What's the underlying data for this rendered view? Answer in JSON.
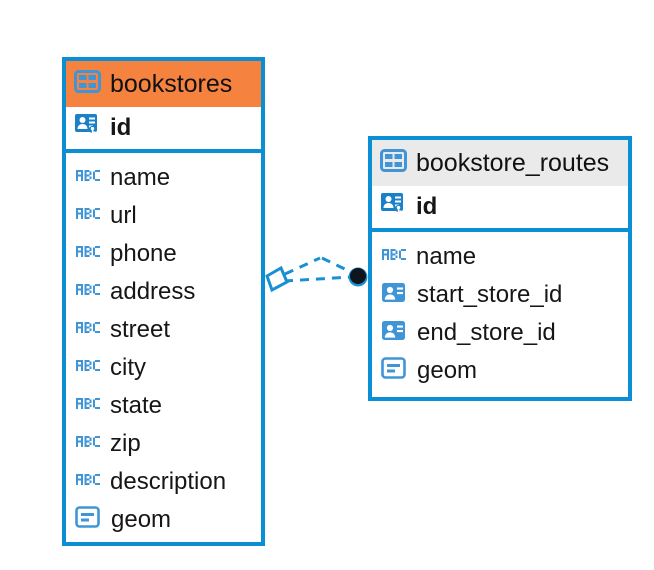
{
  "diagram": {
    "type": "entity-relationship-diagram",
    "background": "#ffffff",
    "accent_blue": "#0a8fd4",
    "header_orange": "#f5823f",
    "header_grey": "#eaeaea",
    "icon_blue": "#3f95d6",
    "text_color": "#161616"
  },
  "tables": [
    {
      "name": "bookstores",
      "header_style": "orange",
      "header_icon": "table-icon",
      "primary_key": {
        "label": "id",
        "icon": "primary-key-icon"
      },
      "columns": [
        {
          "label": "name",
          "icon": "abc-text-icon"
        },
        {
          "label": "url",
          "icon": "abc-text-icon"
        },
        {
          "label": "phone",
          "icon": "abc-text-icon"
        },
        {
          "label": "address",
          "icon": "abc-text-icon"
        },
        {
          "label": "street",
          "icon": "abc-text-icon"
        },
        {
          "label": "city",
          "icon": "abc-text-icon"
        },
        {
          "label": "state",
          "icon": "abc-text-icon"
        },
        {
          "label": "zip",
          "icon": "abc-text-icon"
        },
        {
          "label": "description",
          "icon": "abc-text-icon"
        },
        {
          "label": "geom",
          "icon": "geometry-icon"
        }
      ]
    },
    {
      "name": "bookstore_routes",
      "header_style": "grey",
      "header_icon": "table-icon",
      "primary_key": {
        "label": "id",
        "icon": "primary-key-icon"
      },
      "columns": [
        {
          "label": "name",
          "icon": "abc-text-icon"
        },
        {
          "label": "start_store_id",
          "icon": "foreign-key-icon"
        },
        {
          "label": "end_store_id",
          "icon": "foreign-key-icon"
        },
        {
          "label": "geom",
          "icon": "geometry-icon"
        }
      ]
    }
  ],
  "relationship": {
    "from_table": "bookstores",
    "to_table": "bookstore_routes",
    "from_marker": "diamond-marker",
    "to_marker": "filled-circle-marker",
    "line_style": "dashed",
    "line_color": "#0a8fd4"
  }
}
